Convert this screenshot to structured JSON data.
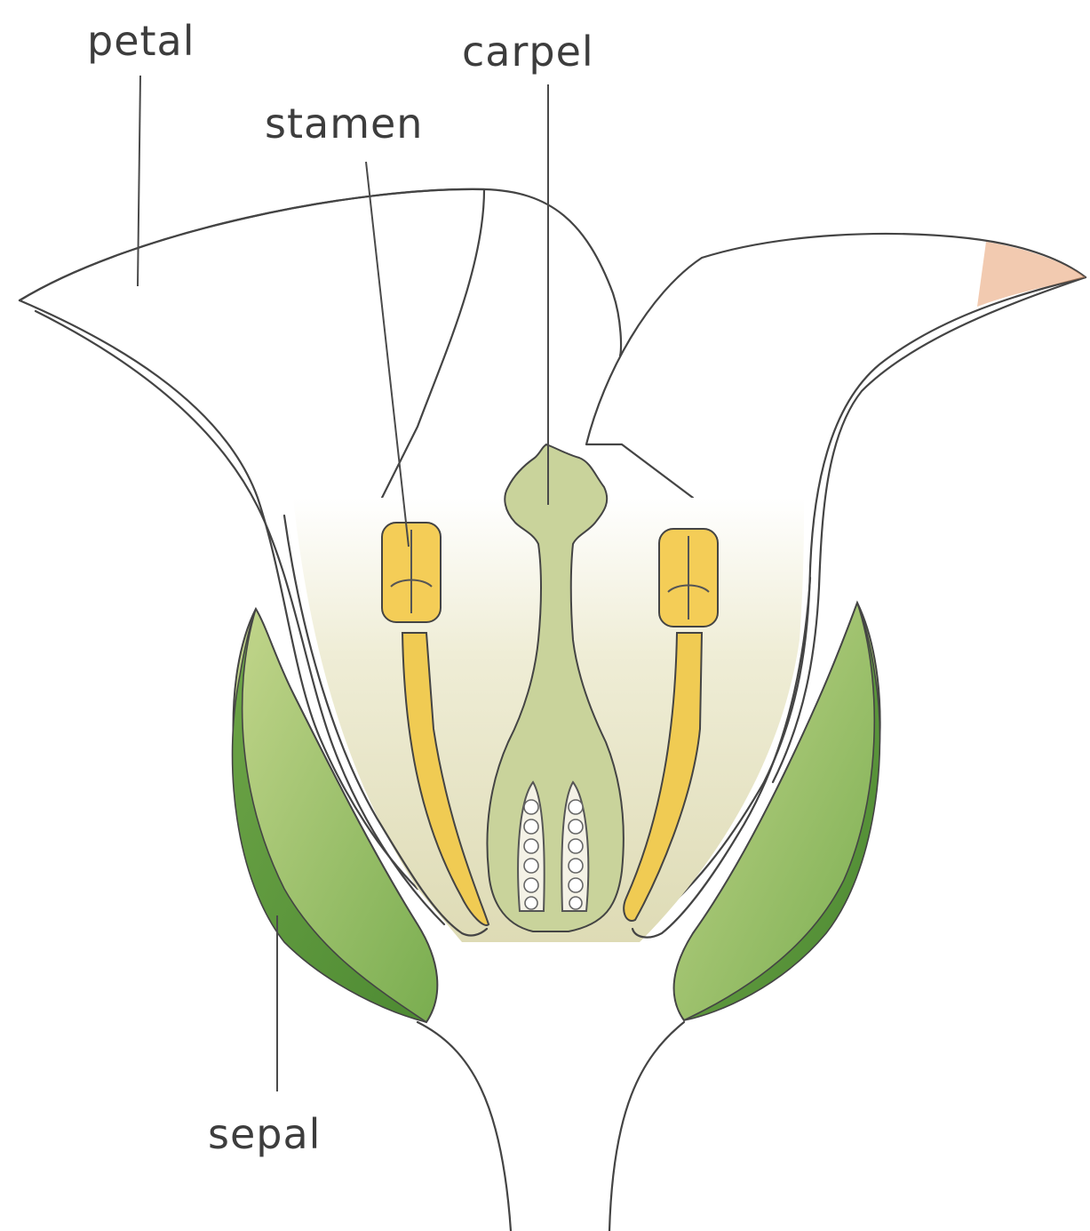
{
  "labels": {
    "petal": "petal",
    "carpel": "carpel",
    "stamen": "stamen",
    "sepal": "sepal"
  },
  "colors": {
    "petal_fill": "#fbf9ef",
    "petal_tip": "#e7a47a",
    "inner_wash": "#e9e6c9",
    "carpel": "#c9d39b",
    "anther": "#f4cd57",
    "filament": "#f0cb53",
    "sepal_light": "#a9c26c",
    "sepal_dark": "#5d9a3c",
    "outline": "#444444"
  }
}
